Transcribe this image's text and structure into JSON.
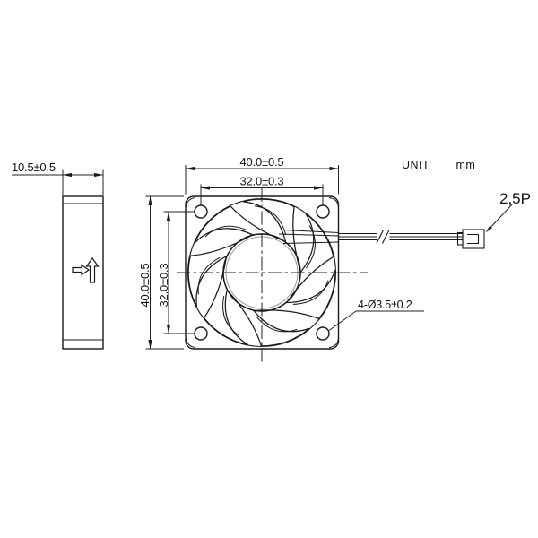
{
  "drawing": {
    "unit_note": {
      "label": "UNIT:",
      "value": "mm"
    },
    "dimensions": {
      "side_thickness": "10.5±0.5",
      "frame_width": "40.0±0.5",
      "hole_spacing_horizontal": "32.0±0.3",
      "frame_height": "40.0±0.5",
      "hole_spacing_vertical": "32.0±0.3",
      "mounting_holes": "4-Ø3.5±0.2",
      "connector": "2,5P"
    },
    "figure": {
      "type": "axial-fan-dimension-drawing",
      "views": [
        "side",
        "front"
      ],
      "blade_count": 7,
      "mounting_hole_count": 4,
      "line_color": "#1a1a1a",
      "background": "#ffffff"
    }
  }
}
